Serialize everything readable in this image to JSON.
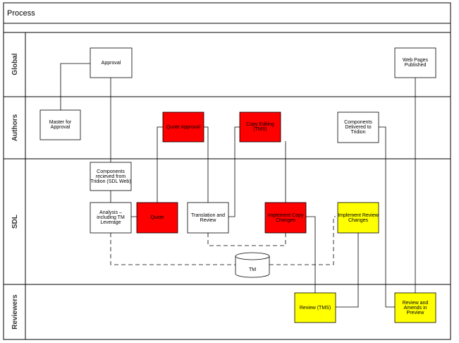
{
  "title": "Process",
  "lanes": {
    "global": "Global",
    "authors": "Authors",
    "sdl": "SDL",
    "reviewers": "Reviewers"
  },
  "boxes": {
    "approval": "Approval",
    "web_pages_published": "Web Pages Published",
    "master_for_approval": "Master for Approval",
    "quote_approval": "Quote Approval",
    "copy_editing": "Copy Editing (TMS)",
    "components_delivered": "Components Delivered to Tridion",
    "components_received": "Components recieved from Tridion (SDL Web)",
    "analysis": "Analysis – including TM Leverage",
    "quote": "Quote",
    "translation_review": "Translation and Review",
    "implement_copy_changes": "Implement Copy Changes",
    "implement_review_changes": "Implement Review Changes",
    "review_tms": "Review (TMS)",
    "review_amends": "Review and Amends in Preview",
    "tm": "TM"
  },
  "colors": {
    "red": "#ff0000",
    "yellow": "#ffff00",
    "white": "#ffffff",
    "line": "#000000"
  }
}
